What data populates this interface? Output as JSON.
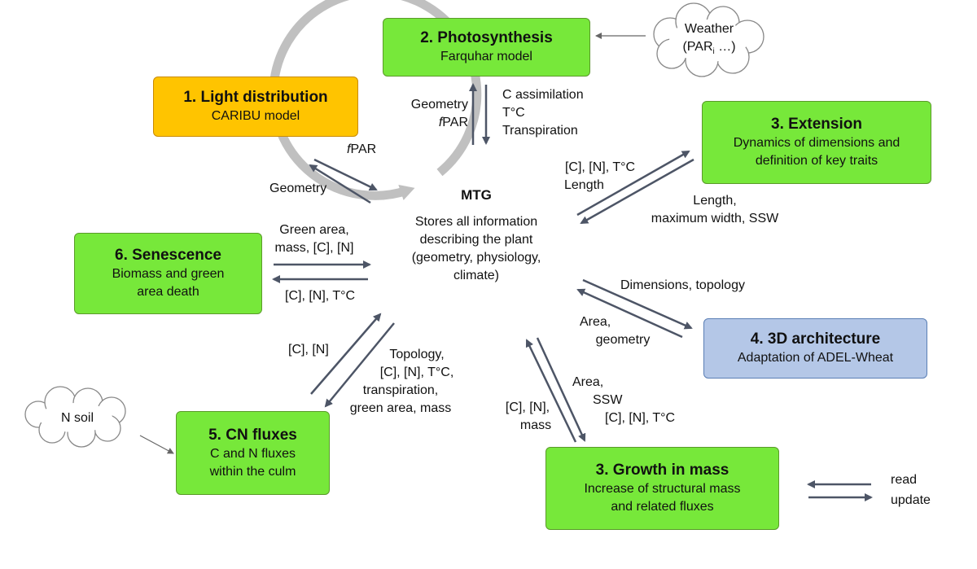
{
  "center": {
    "title": "MTG",
    "description": [
      "Stores all information",
      "describing the plant",
      "(geometry, physiology,",
      "climate)"
    ]
  },
  "modules": {
    "light": {
      "title": "1. Light distribution",
      "subtitle": [
        "CARIBU model"
      ]
    },
    "photosynthesis": {
      "title": "2. Photosynthesis",
      "subtitle": [
        "Farquhar model"
      ]
    },
    "extension": {
      "title": "3. Extension",
      "subtitle": [
        "Dynamics of dimensions and",
        "definition of key traits"
      ]
    },
    "architecture": {
      "title": "4. 3D architecture",
      "subtitle": [
        "Adaptation of ADEL-Wheat"
      ]
    },
    "growth": {
      "title": "3. Growth in mass",
      "subtitle": [
        "Increase of structural mass",
        "and related fluxes"
      ]
    },
    "cnfluxes": {
      "title": "5. CN fluxes",
      "subtitle": [
        "C and N fluxes",
        "within the culm"
      ]
    },
    "senescence": {
      "title": "6. Senescence",
      "subtitle": [
        "Biomass and green",
        "area death"
      ]
    }
  },
  "clouds": {
    "weather": {
      "line1": "Weather",
      "line2_prefix": "(PAR",
      "line2_sub": "i",
      "line2_suffix": " …)"
    },
    "nsoil": {
      "label": "N soil"
    }
  },
  "flows": {
    "light_read": [
      "Geometry"
    ],
    "light_update_prefix": "f",
    "light_update_rest": "PAR",
    "photo_read": [
      "Geometry"
    ],
    "photo_read_f": "f",
    "photo_read_rest": "PAR",
    "photo_update": [
      "C assimilation",
      "T°C",
      "Transpiration"
    ],
    "extension_read": [
      "[C], [N], T°C",
      "Length"
    ],
    "extension_update": [
      "Length,",
      "maximum width, SSW"
    ],
    "architecture_read": [
      "Dimensions, topology"
    ],
    "architecture_update": [
      "Area,",
      "geometry"
    ],
    "growth_read": [
      "Area,",
      "SSW",
      "[C], [N], T°C"
    ],
    "growth_update": [
      "[C], [N],",
      "mass"
    ],
    "cn_read": [
      "Topology,",
      "[C], [N], T°C,",
      "transpiration,",
      "green area, mass"
    ],
    "cn_update": [
      "[C], [N]"
    ],
    "senescence_read": [
      "[C], [N], T°C"
    ],
    "senescence_update": [
      "Green area,",
      "mass, [C], [N]"
    ]
  },
  "legend": {
    "read": "read",
    "update": "update"
  },
  "colors": {
    "green": "#77e83a",
    "orange": "#ffc400",
    "blue": "#b4c7e7",
    "arrow": "#4d5566",
    "ring": "#c0c0c0"
  }
}
